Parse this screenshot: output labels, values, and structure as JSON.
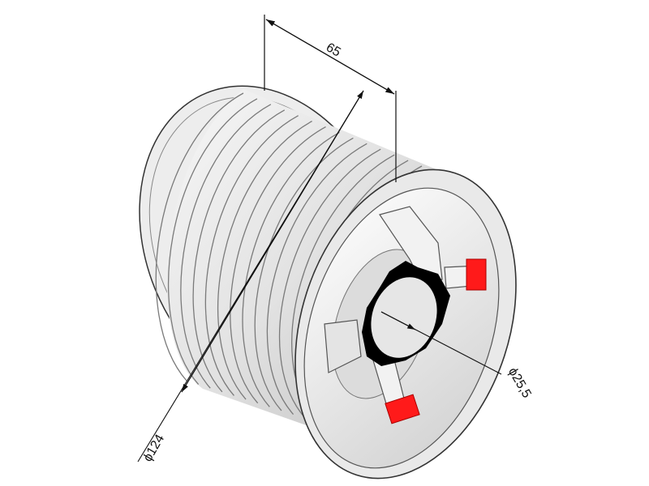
{
  "dimensions": {
    "width_label": "65",
    "drum_diameter_label": "ϕ124",
    "bore_diameter_label": "ϕ25,5"
  },
  "colors": {
    "background": "#ffffff",
    "drum_body": "#e6e6e6",
    "groove_line": "#7a7a7a",
    "outline": "#333333",
    "dimension_line": "#111111",
    "set_screw": "#ff1a1a",
    "gasket": "#000000"
  }
}
